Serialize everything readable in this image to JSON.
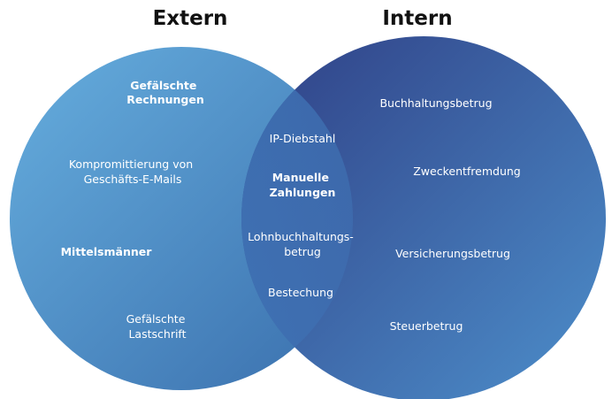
{
  "headings": {
    "left": "Extern",
    "right": "Intern"
  },
  "colors": {
    "left_light": "#66aede",
    "left_dark": "#3a6fad",
    "right_dark": "#2f3f85",
    "right_light": "#4d8fcb",
    "text": "#ffffff",
    "heading": "#111111"
  },
  "external": {
    "items": [
      {
        "lines": [
          "Gefälschte",
          "Rechnungen"
        ],
        "bold": true
      },
      {
        "lines": [
          "Kompromittierung von",
          "Geschäfts-E-Mails"
        ],
        "bold": false
      },
      {
        "lines": [
          "Mittelsmänner"
        ],
        "bold": true
      },
      {
        "lines": [
          "Gefälschte",
          "Lastschrift"
        ],
        "bold": false
      }
    ]
  },
  "overlap": {
    "items": [
      {
        "lines": [
          "IP-Diebstahl"
        ],
        "bold": false
      },
      {
        "lines": [
          "Manuelle",
          "Zahlungen"
        ],
        "bold": true
      },
      {
        "lines": [
          "Lohnbuchhaltungs-",
          "betrug"
        ],
        "bold": false
      },
      {
        "lines": [
          "Bestechung"
        ],
        "bold": false
      }
    ]
  },
  "internal": {
    "items": [
      {
        "lines": [
          "Buchhaltungsbetrug"
        ],
        "bold": false
      },
      {
        "lines": [
          "Zweckentfremdung"
        ],
        "bold": false
      },
      {
        "lines": [
          "Versicherungsbetrug"
        ],
        "bold": false
      },
      {
        "lines": [
          "Steuerbetrug"
        ],
        "bold": false
      }
    ]
  }
}
